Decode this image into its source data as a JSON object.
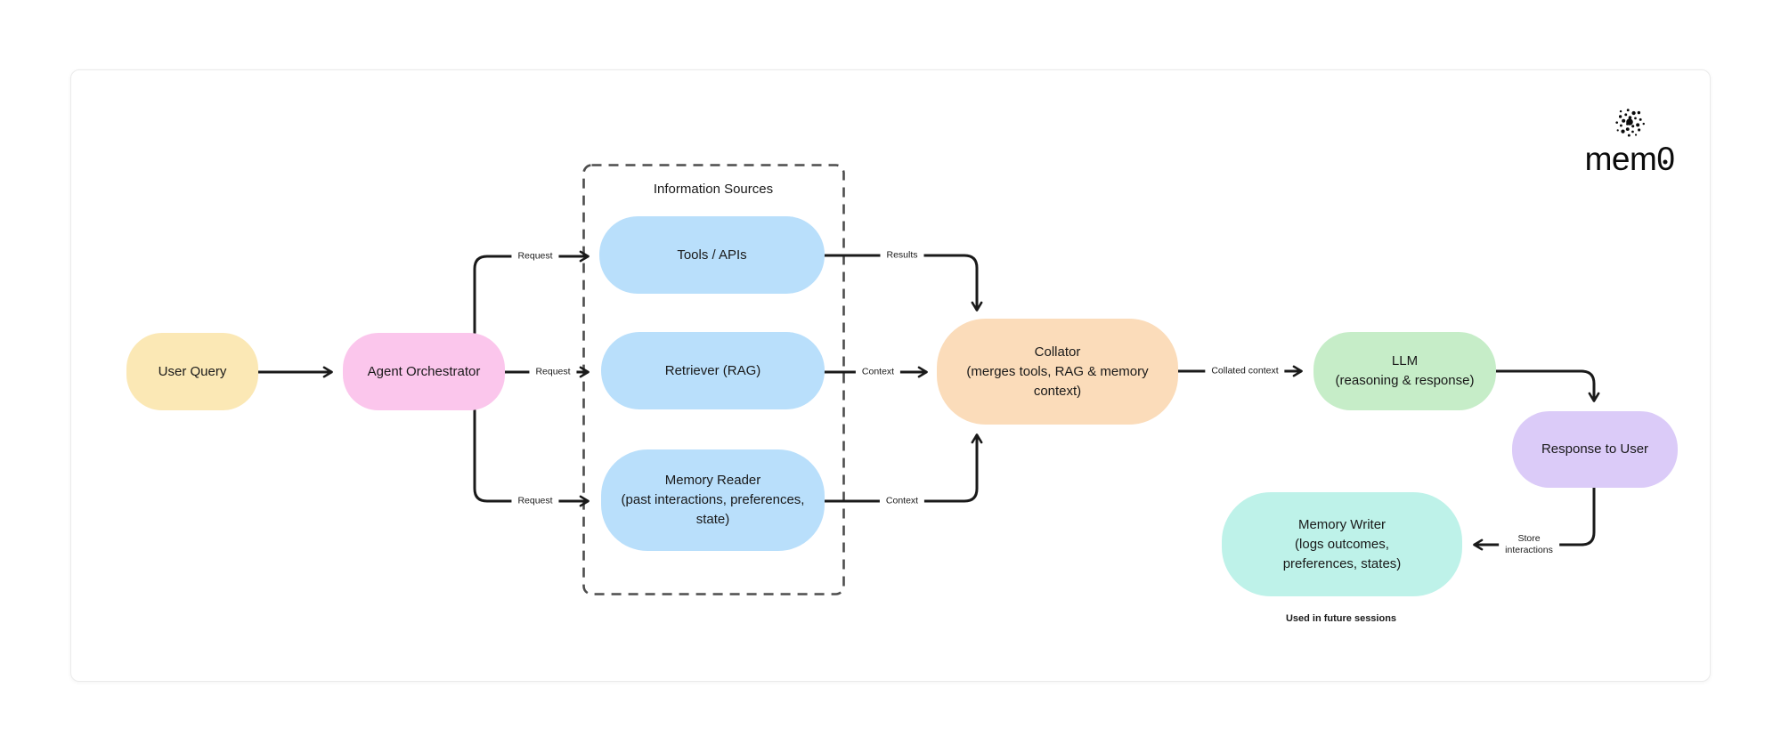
{
  "canvas": {
    "background": "#ffffff",
    "card_border": "#ebebeb",
    "wire_color": "#1a1a1a",
    "group_border_color": "#4d4d4d"
  },
  "logo": {
    "brand": "mem0",
    "text_prefix": "mem",
    "text_zero": "0"
  },
  "group": {
    "title": "Information Sources"
  },
  "nodes": {
    "user_query": {
      "fill": "#FBE8B5",
      "lines": [
        "User Query"
      ]
    },
    "agent_orchestrator": {
      "fill": "#FBC6EC",
      "lines": [
        "Agent Orchestrator"
      ]
    },
    "tools_apis": {
      "fill": "#B9DFFB",
      "lines": [
        "Tools / APIs"
      ]
    },
    "retriever": {
      "fill": "#B9DFFB",
      "lines": [
        "Retriever (RAG)"
      ]
    },
    "memory_reader": {
      "fill": "#B9DFFB",
      "lines": [
        "Memory Reader",
        "(past interactions, preferences,",
        "state)"
      ]
    },
    "collator": {
      "fill": "#FBDCBA",
      "lines": [
        "Collator",
        "(merges tools, RAG & memory",
        "context)"
      ]
    },
    "llm": {
      "fill": "#C6EDC8",
      "lines": [
        "LLM",
        "(reasoning & response)"
      ]
    },
    "response_to_user": {
      "fill": "#DBCBF8",
      "lines": [
        "Response to User"
      ]
    },
    "memory_writer": {
      "fill": "#BEF2E9",
      "lines": [
        "Memory Writer",
        "(logs outcomes,",
        "preferences, states)"
      ]
    }
  },
  "edge_labels": {
    "request_top": "Request",
    "request_mid": "Request",
    "request_bottom": "Request",
    "results": "Results",
    "context_mid": "Context",
    "context_bottom": "Context",
    "collated_context": "Collated context",
    "store_interactions": [
      "Store",
      "interactions"
    ]
  },
  "note": "Used in future sessions"
}
